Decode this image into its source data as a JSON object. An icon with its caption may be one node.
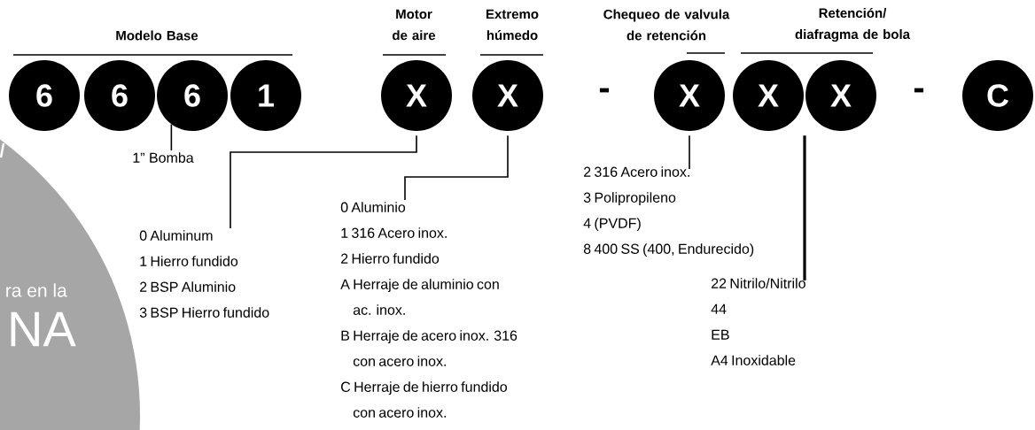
{
  "diagram": {
    "nodes": [
      {
        "text": [
          "6"
        ]
      },
      {
        "text": [
          "6"
        ]
      },
      {
        "text": [
          "6"
        ]
      },
      {
        "text": [
          "1"
        ]
      },
      {
        "text": [
          "X"
        ]
      },
      {
        "text": [
          "X"
        ]
      },
      {
        "text": [
          "X"
        ]
      },
      {
        "text": [
          "X"
        ]
      },
      {
        "text": [
          "X"
        ]
      },
      {
        "text": [
          "C"
        ]
      },
      {
        "text": [
          "1” Bomba"
        ]
      },
      {
        "text": [
          "0 Aluminum",
          "1 Hierro fundido",
          "2 BSP Aluminio",
          "3 BSP Hierro fundido"
        ]
      },
      {
        "text": [
          "0 Aluminio",
          "1 316 Acero inox.",
          "2 Hierro fundido",
          "A Herraje de aluminio con ac. inox.",
          "B Herraje de acero inox. 316 con acero inox.",
          "C Herraje de hierro fundido con acero inox."
        ]
      },
      {
        "text": [
          "2 316 Acero inox.",
          "3 Polipropileno",
          "4 (PVDF)",
          "8 400 SS (400, Endurecido)"
        ]
      },
      {
        "text": [
          "22 Nitrilo/Nitrilo",
          "44",
          "EB",
          "A4 Inoxidable"
        ]
      }
    ],
    "edges": [
      {
        "from": 2,
        "to": 10,
        "arrow": "none"
      },
      {
        "from": 4,
        "to": 11,
        "arrow": "none"
      },
      {
        "from": 5,
        "to": 12,
        "arrow": "none"
      },
      {
        "from": 6,
        "to": 13,
        "arrow": "none"
      },
      {
        "from": 7,
        "to": 14,
        "arrow": "none"
      },
      {
        "from": 8,
        "to": 14,
        "arrow": "none"
      }
    ],
    "labels": [
      "Modelo Base",
      "Motor de aire",
      "Extremo húmedo",
      "Chequeo de valvula de retención",
      "Retención/ diafragma de bola",
      "-",
      "-",
      "ra en la",
      "NA"
    ]
  }
}
